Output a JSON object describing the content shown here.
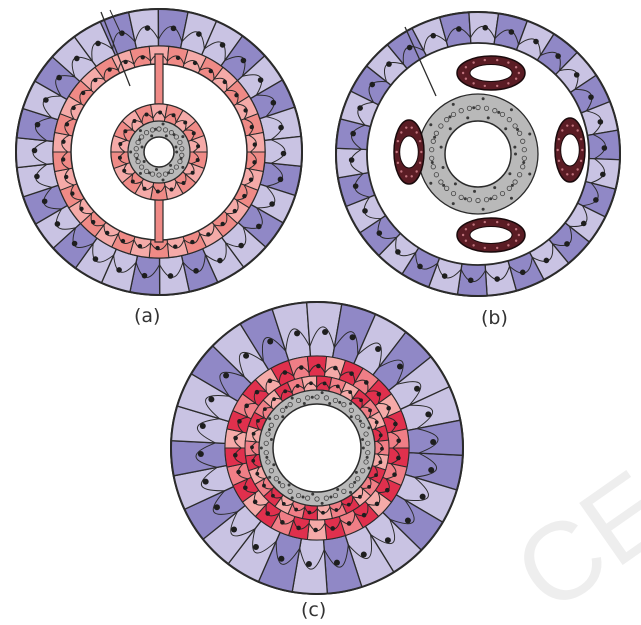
{
  "figure": {
    "panels": [
      {
        "id": "a",
        "label": "(a)"
      },
      {
        "id": "b",
        "label": "(b)"
      },
      {
        "id": "c",
        "label": "(c)"
      }
    ]
  },
  "colors": {
    "ring_light": "#c9c3e3",
    "ring_dark": "#9088c6",
    "pink_light": "#f5aaa8",
    "pink_mid": "#ef8a86",
    "red_dark": "#e0304d",
    "red_mid": "#f07e86",
    "maroon": "#5a1c24",
    "outline": "#2b2b2b",
    "nucleus": "#1e1e1e",
    "grey_ring": "#b9b9b9",
    "watermark": "#eeeeee"
  },
  "watermark_text": "CE"
}
